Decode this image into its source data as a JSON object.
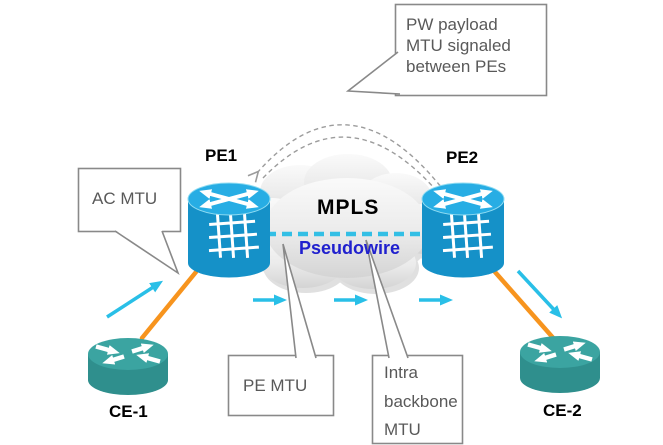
{
  "nodes": {
    "pe1": {
      "label": "PE1"
    },
    "pe2": {
      "label": "PE2"
    },
    "ce1": {
      "label": "CE-1"
    },
    "ce2": {
      "label": "CE-2"
    }
  },
  "cloud": {
    "label": "MPLS"
  },
  "pseudowire": {
    "label": "Pseudowire"
  },
  "callouts": {
    "pw_payload": "PW payload\nMTU signaled\nbetween PEs",
    "ac_mtu": "AC MTU",
    "pe_mtu": "PE MTU",
    "intra_backbone": "Intra\nbackbone\nMTU"
  },
  "icons": {
    "pe_router": "pe-router-icon",
    "ce_router": "ce-router-icon",
    "cloud": "mpls-cloud-icon",
    "signaling": "pw-signaling-arc-arrows",
    "flow": "traffic-flow-arrow"
  },
  "colors": {
    "pe_router_top": "#27ADE4",
    "pe_router_body": "#1591C8",
    "ce_router_top": "#3BA4A1",
    "ce_router_body": "#2F8F8D",
    "link_orange": "#F7941E",
    "flow_cyan": "#29BFE7",
    "pseudowire_dash": "#33BFE5",
    "pseudowire_text": "#2020CE",
    "signal_arc_gray": "#9C9C9C",
    "callout_border": "#898989",
    "callout_text": "#595959",
    "label_black": "#000000",
    "cloud_fill": "#E9E9E9"
  }
}
